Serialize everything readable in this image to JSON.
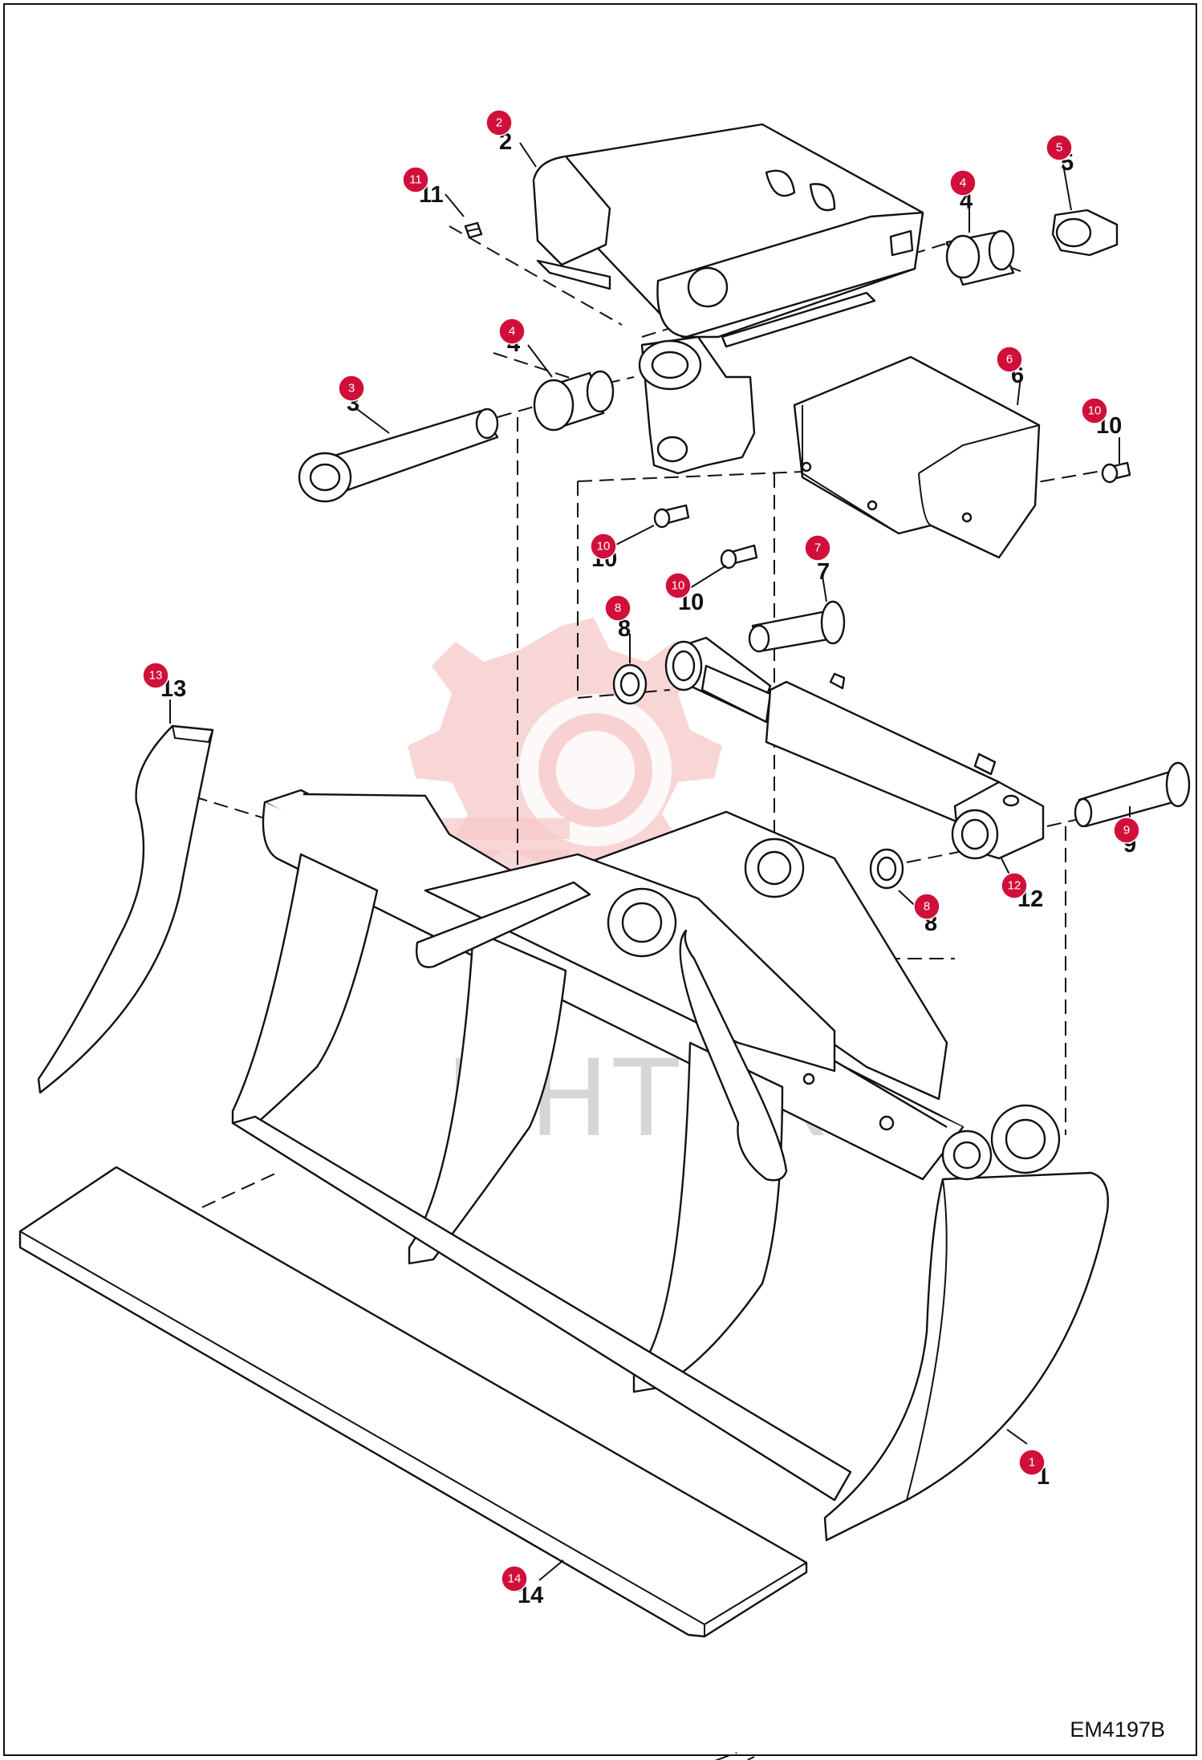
{
  "figure_code": "EM4197B",
  "watermark": "ИНТЕХ",
  "accent_color": "#d0103a",
  "callouts": [
    {
      "id": "c1",
      "label": "1"
    },
    {
      "id": "c2",
      "label": "2"
    },
    {
      "id": "c3",
      "label": "3"
    },
    {
      "id": "c4a",
      "label": "4"
    },
    {
      "id": "c4b",
      "label": "4"
    },
    {
      "id": "c5",
      "label": "5"
    },
    {
      "id": "c6",
      "label": "6"
    },
    {
      "id": "c7",
      "label": "7"
    },
    {
      "id": "c8a",
      "label": "8"
    },
    {
      "id": "c8b",
      "label": "8"
    },
    {
      "id": "c9",
      "label": "9"
    },
    {
      "id": "c10a",
      "label": "10"
    },
    {
      "id": "c10b",
      "label": "10"
    },
    {
      "id": "c10c",
      "label": "10"
    },
    {
      "id": "c11",
      "label": "11"
    },
    {
      "id": "c12",
      "label": "12"
    },
    {
      "id": "c13",
      "label": "13"
    },
    {
      "id": "c14",
      "label": "14"
    }
  ]
}
